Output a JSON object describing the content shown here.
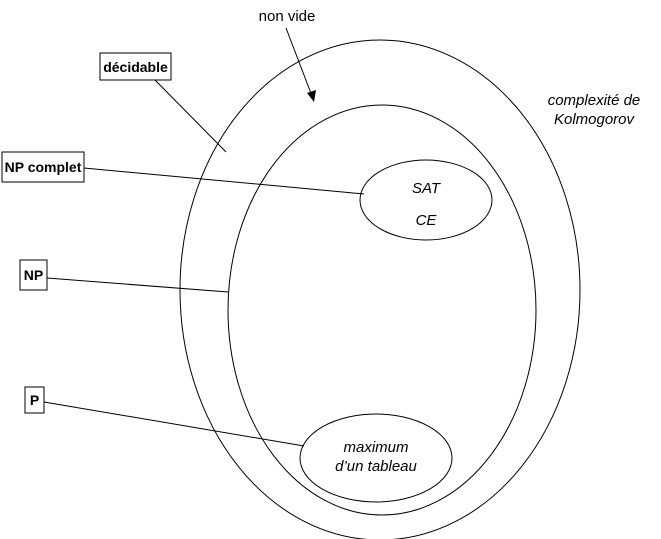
{
  "labels": {
    "non_vide": "non vide",
    "complexite_line1": "complexité de",
    "complexite_line2": "Kolmogorov",
    "decidable": "décidable",
    "np_complet": "NP complet",
    "np": "NP",
    "p": "P",
    "sat": "SAT",
    "ce": "CE",
    "maximum_line1": "maximum",
    "maximum_line2": "d’un tableau"
  },
  "colors": {
    "stroke": "#000000",
    "background": "#ffffff"
  }
}
